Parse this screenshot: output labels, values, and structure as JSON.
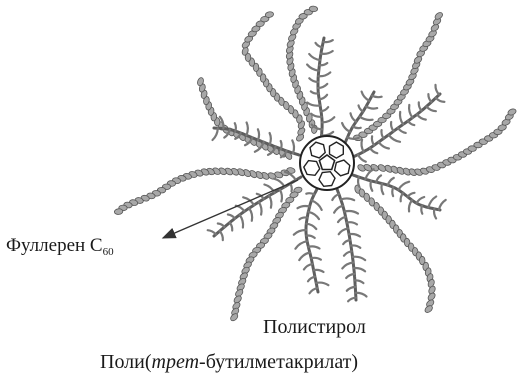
{
  "labels": {
    "fullerene_text": "Фуллерен C",
    "fullerene_subscript": "60",
    "polystyrene": "Полистирол",
    "ptba_prefix": "Поли(",
    "ptba_italic": "трет",
    "ptba_suffix": "-бутилметакрилат)"
  },
  "colors": {
    "linear_chain": "#a8a8a8",
    "linear_chain_outline": "#555555",
    "brush_backbone": "#5e5e5e",
    "brush_side": "#787878",
    "fullerene_stroke": "#222222",
    "arrow": "#333333"
  },
  "structure": {
    "core": "fullerene C60",
    "arm_types": [
      "linear chain (Поли(трет-бутилметакрилат))",
      "brush arm (Полистирол)"
    ]
  }
}
